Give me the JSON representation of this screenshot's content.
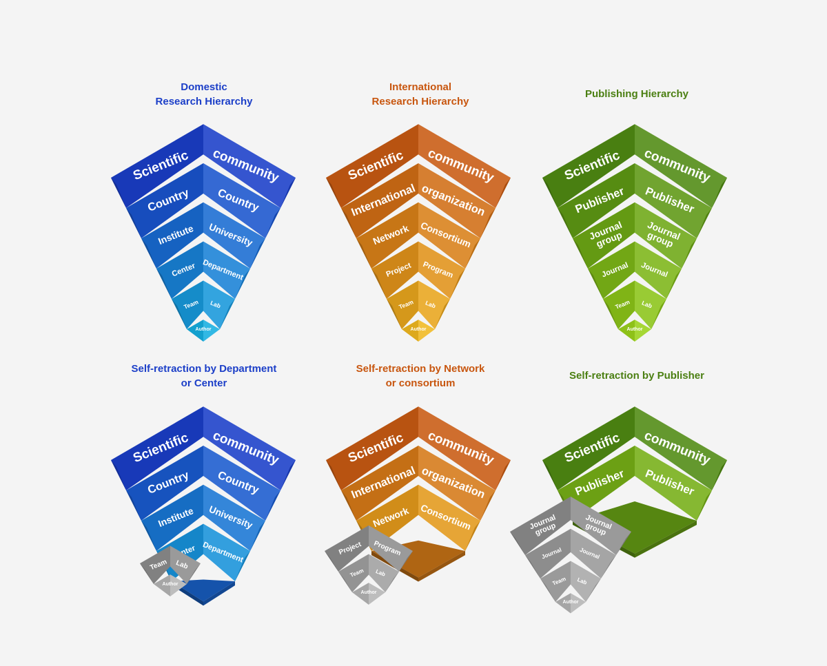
{
  "colors": {
    "blue": "#1f3fd0",
    "orange": "#c8560f",
    "green": "#4b7f12",
    "gray": "#9a9a9a"
  },
  "panels": [
    {
      "id": "domestic",
      "title_lines": [
        "Domestic",
        "Research Hierarchy"
      ],
      "color": "#1a3ec8",
      "layers": [
        {
          "left": "Scientific",
          "right": "community"
        },
        {
          "left": "Country",
          "right": "Country"
        },
        {
          "left": "Institute",
          "right": "University"
        },
        {
          "left": "Center",
          "right": "Department"
        },
        {
          "left": "Team",
          "right": "Lab"
        }
      ],
      "tip": "Author"
    },
    {
      "id": "international",
      "title_lines": [
        "International",
        "Research Hierarchy"
      ],
      "color": "#c85a12",
      "layers": [
        {
          "left": "Scientific",
          "right": "community"
        },
        {
          "left": "International",
          "right": "organization"
        },
        {
          "left": "Network",
          "right": "Consortium"
        },
        {
          "left": "Project",
          "right": "Program"
        },
        {
          "left": "Team",
          "right": "Lab"
        }
      ],
      "tip": "Author"
    },
    {
      "id": "publishing",
      "title_lines": [
        "Publishing Hierarchy"
      ],
      "color": "#4f8a12",
      "layers": [
        {
          "left": "Scientific",
          "right": "community"
        },
        {
          "left": "Publisher",
          "right": "Publisher"
        },
        {
          "left": "Journal group",
          "right": "Journal group"
        },
        {
          "left": "Journal",
          "right": "Journal"
        },
        {
          "left": "Team",
          "right": "Lab"
        }
      ],
      "tip": "Author"
    },
    {
      "id": "self-dept",
      "title_lines": [
        "Self-retraction by Department",
        "or Center"
      ],
      "color": "#1a3ec8",
      "layers": [
        {
          "left": "Scientific",
          "right": "community"
        },
        {
          "left": "Country",
          "right": "Country"
        },
        {
          "left": "Institute",
          "right": "University"
        },
        {
          "left": "Center",
          "right": "Department"
        }
      ],
      "detached_layers": [
        {
          "left": "Team",
          "right": "Lab"
        }
      ],
      "tip": "Author"
    },
    {
      "id": "self-network",
      "title_lines": [
        "Self-retraction by Network",
        "or consortium"
      ],
      "color": "#c85a12",
      "layers": [
        {
          "left": "Scientific",
          "right": "community"
        },
        {
          "left": "International",
          "right": "organization"
        },
        {
          "left": "Network",
          "right": "Consortium"
        }
      ],
      "detached_layers": [
        {
          "left": "Project",
          "right": "Program"
        },
        {
          "left": "Team",
          "right": "Lab"
        }
      ],
      "tip": "Author"
    },
    {
      "id": "self-publisher",
      "title_lines": [
        "Self-retraction by Publisher"
      ],
      "color": "#4f8a12",
      "layers": [
        {
          "left": "Scientific",
          "right": "community"
        },
        {
          "left": "Publisher",
          "right": "Publisher"
        }
      ],
      "detached_layers": [
        {
          "left": "Journal group",
          "right": "Journal group"
        },
        {
          "left": "Journal",
          "right": "Journal"
        },
        {
          "left": "Team",
          "right": "Lab"
        }
      ],
      "tip": "Author"
    }
  ]
}
